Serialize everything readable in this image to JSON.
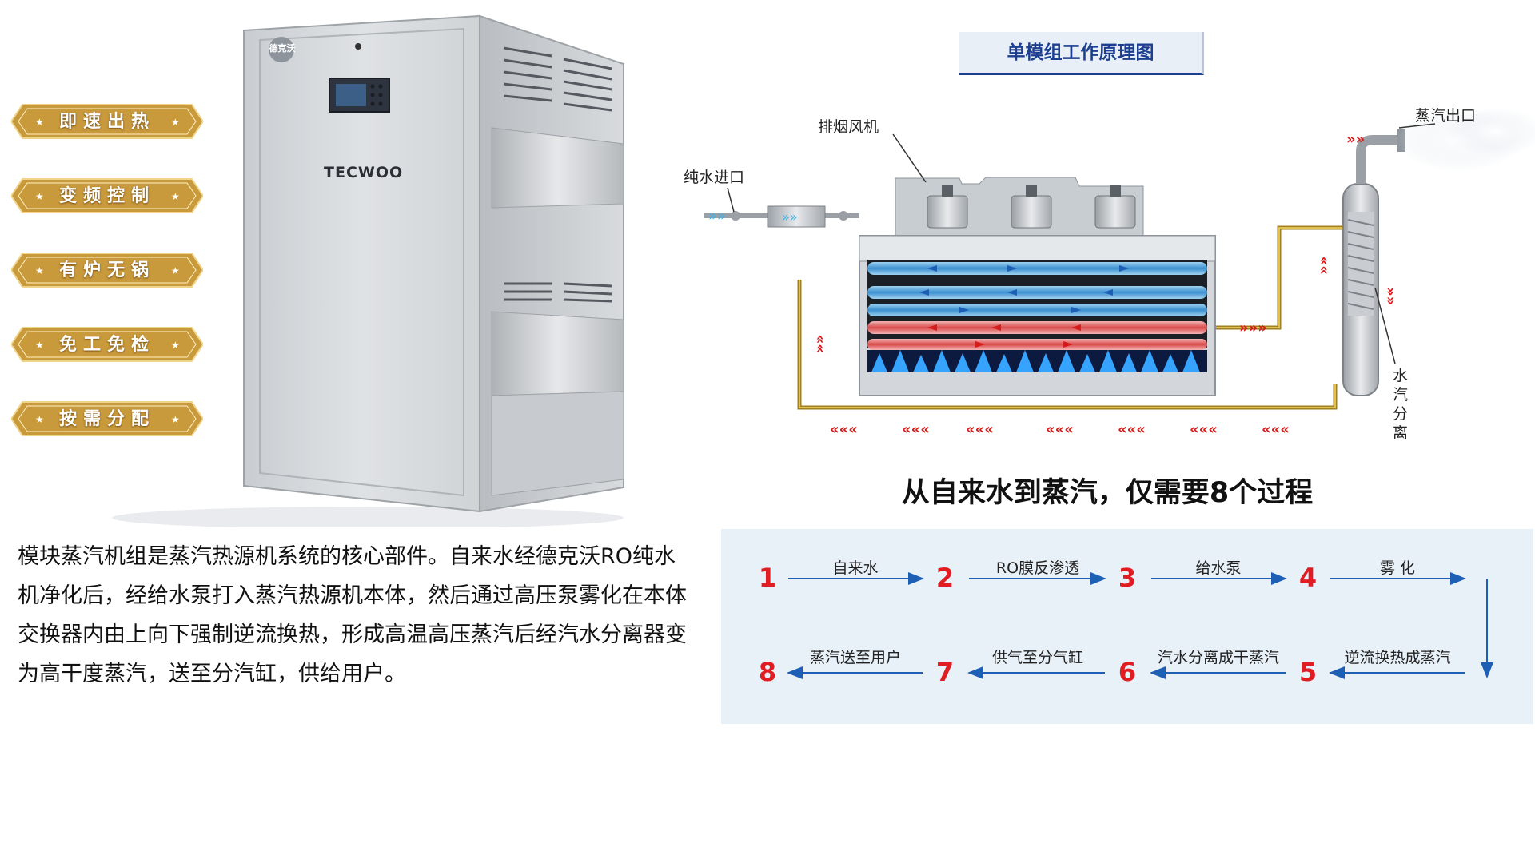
{
  "product": {
    "brand": "TECWOO",
    "logo_text": "德克沃",
    "features": [
      "即速出热",
      "变频控制",
      "有炉无锅",
      "免工免检",
      "按需分配"
    ]
  },
  "description": "模块蒸汽机组是蒸汽热源机系统的核心部件。自来水经德克沃RO纯水机净化后，经给水泵打入蒸汽热源机本体，然后通过高压泵雾化在本体交换器内由上向下强制逆流换热，形成高温高压蒸汽后经汽水分离器变为高干度蒸汽，送至分汽缸，供给用户。",
  "diagram": {
    "title": "单模组工作原理图",
    "labels": {
      "fan": "排烟风机",
      "water_inlet": "纯水进口",
      "steam_outlet": "蒸汽出口",
      "separator": "水汽分离"
    }
  },
  "process": {
    "headline": "从自来水到蒸汽，仅需要8个过程",
    "steps": [
      {
        "num": "1",
        "label": "自来水"
      },
      {
        "num": "2",
        "label": "RO膜反渗透"
      },
      {
        "num": "3",
        "label": "给水泵"
      },
      {
        "num": "4",
        "label": "雾 化"
      },
      {
        "num": "5",
        "label": "逆流换热成蒸汽"
      },
      {
        "num": "6",
        "label": "汽水分离成干蒸汽"
      },
      {
        "num": "7",
        "label": "供气至分气缸"
      },
      {
        "num": "8",
        "label": "蒸汽送至用户"
      }
    ]
  },
  "colors": {
    "accent_red": "#e11d24",
    "arrow_blue": "#1d5fb5",
    "gold": "#c99a3c",
    "title_blue": "#1c3f8f",
    "panel_bg": "#e8f0f8"
  }
}
